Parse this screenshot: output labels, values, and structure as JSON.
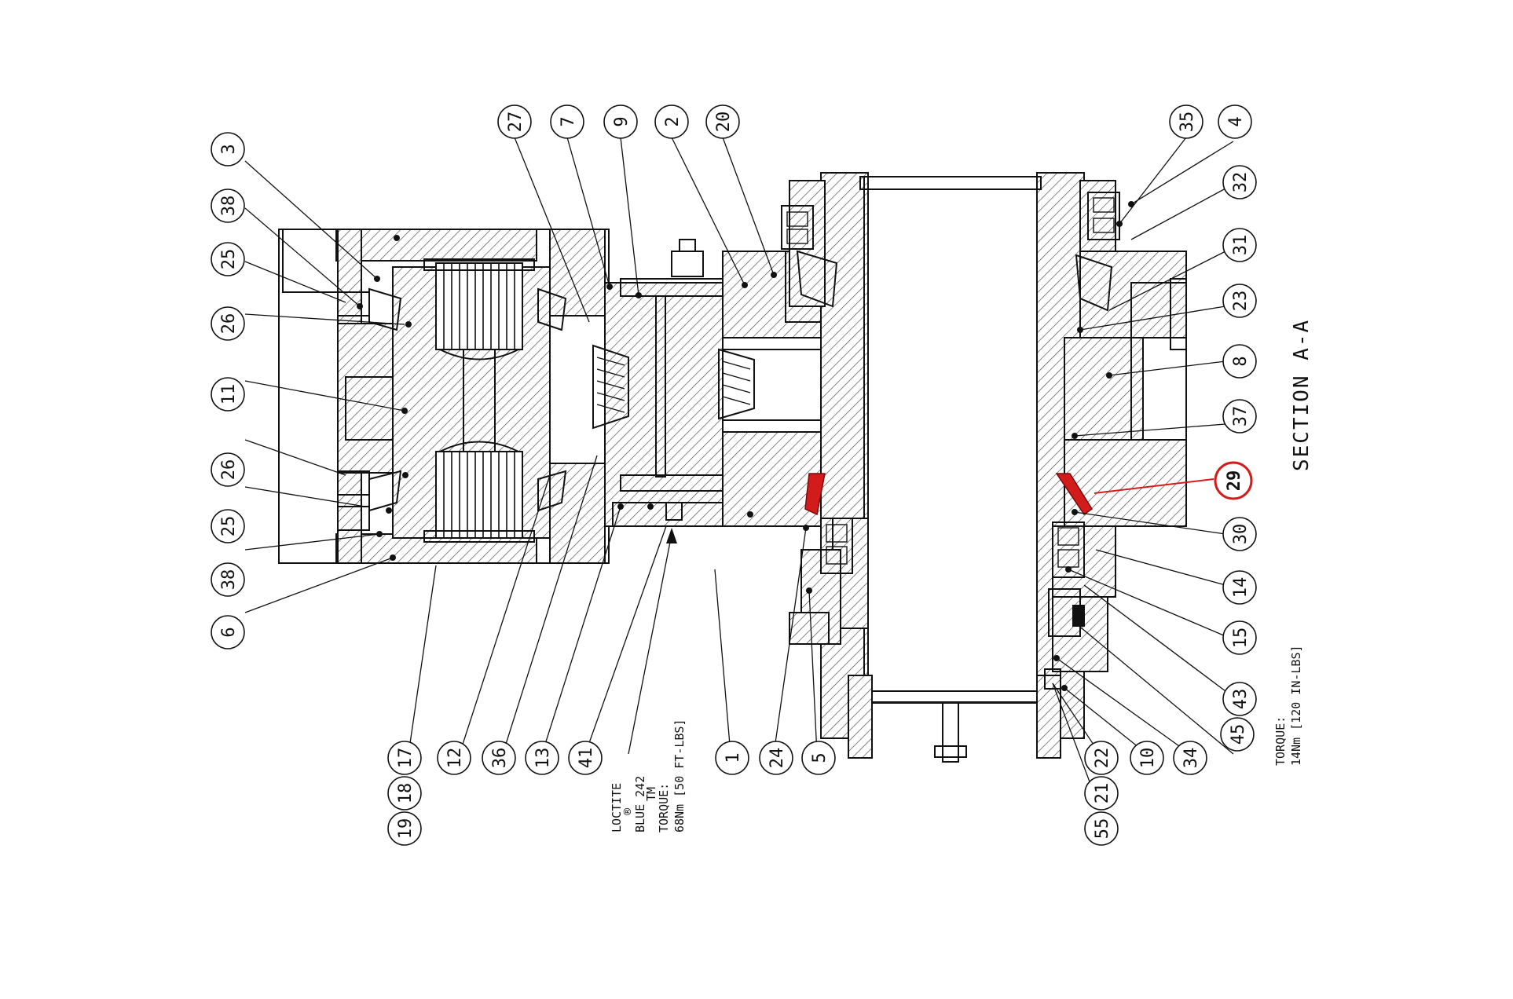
{
  "section_title": "SECTION A-A",
  "highlight_color": "#d21c1c",
  "callouts": {
    "top": [
      "27",
      "7",
      "9",
      "2",
      "20",
      "35",
      "4"
    ],
    "left": [
      "3",
      "38",
      "25",
      "26",
      "11",
      "26",
      "25",
      "38",
      "6"
    ],
    "bottom": [
      "17",
      "12",
      "36",
      "13",
      "41",
      "1",
      "24",
      "5",
      "22",
      "10",
      "34",
      "45"
    ],
    "bottom_row2": [
      "18",
      "21"
    ],
    "bottom_row3": [
      "19",
      "55"
    ],
    "right": [
      "32",
      "31",
      "23",
      "8",
      "37",
      "30",
      "14",
      "15",
      "43"
    ],
    "highlighted": "29"
  },
  "notes": {
    "loctite": [
      "LOCTITE",
      "®",
      "BLUE 242",
      "TM",
      "TORQUE:",
      "68Nm [50 FT-LBS]"
    ],
    "torque_right": [
      "TORQUE:",
      "14Nm [120 IN-LBS]"
    ]
  }
}
